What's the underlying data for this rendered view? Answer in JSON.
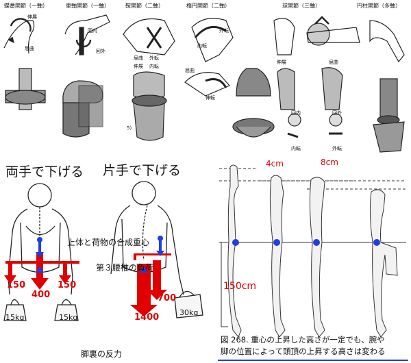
{
  "joints": {
    "hinge": {
      "title": "蝶番関節（一軸）",
      "l1": "伸展",
      "l2": "屈曲"
    },
    "pivot": {
      "title": "車軸関節（一軸）",
      "l1": "回内",
      "l2": "回外"
    },
    "saddle": {
      "title": "鞍関節（二軸）",
      "l1": "屈曲",
      "l2": "伸展",
      "l3": "外転",
      "l4": "内転",
      "fig": "5)"
    },
    "ellipsoid": {
      "title": "楕円関節（二軸）",
      "l1": "内転",
      "l2": "外転",
      "l3": "屈曲",
      "l4": "伸転"
    },
    "ball": {
      "title": "球関節（三軸）",
      "l1": "伸展",
      "l2": "屈曲",
      "l3": "回内",
      "l4": "回外",
      "l5": "内転",
      "l6": "外転"
    },
    "cylinder": {
      "title": "円柱関節（多軸）"
    }
  },
  "back_left": {
    "title": "両手で下げる",
    "w_left": "15kg",
    "w_right": "15kg",
    "f_left": "150",
    "f_right": "150",
    "f_center": "400"
  },
  "back_right": {
    "title": "片手で下げる",
    "w": "30kg",
    "f_small": "700",
    "f_big": "1400"
  },
  "labels": {
    "cog": "上体と荷物の合成重心",
    "lumbar": "第３腰椎の負荷",
    "footer": "脚裏の反力"
  },
  "height_fig": {
    "d1": "4cm",
    "d2": "8cm",
    "height": "150cm",
    "caption1": "図 268.  重心の上昇した高さが一定でも、腕や",
    "caption2": "脚の位置によって頭頂の上昇する高さは変わる"
  },
  "colors": {
    "red": "#e00000",
    "blue": "#1f3fe0",
    "pink": "#f04080"
  }
}
